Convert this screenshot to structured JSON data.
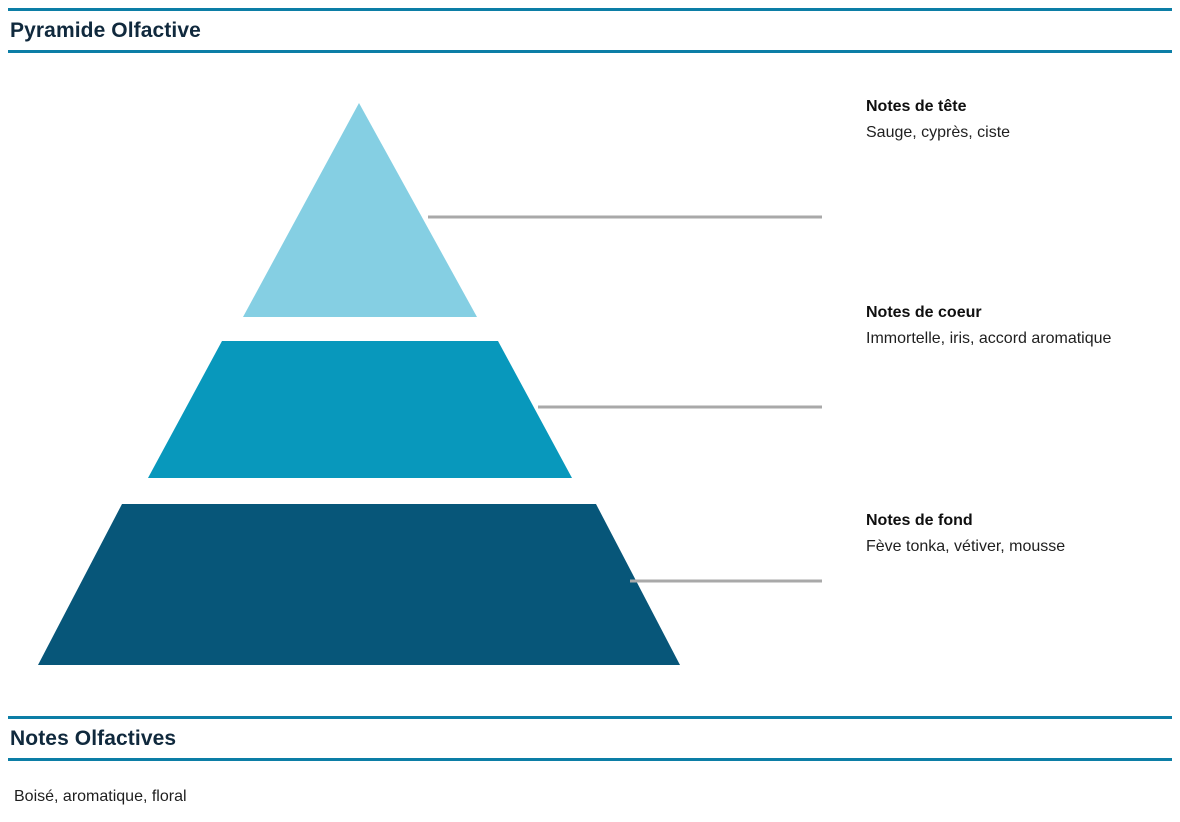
{
  "colors": {
    "rule": "#0c7ea6",
    "title_text": "#10293d",
    "connector": "#a9a9a9",
    "tier_top": "#85cfe3",
    "tier_heart": "#0898bc",
    "tier_base": "#075679",
    "background": "#ffffff"
  },
  "header": {
    "title": "Pyramide Olfactive"
  },
  "pyramid": {
    "tiers": [
      {
        "id": "top",
        "name": "Notes de tête",
        "notes": "Sauge, cyprès, ciste",
        "color": "#85cfe3",
        "shape": "triangle"
      },
      {
        "id": "heart",
        "name": "Notes de coeur",
        "notes": "Immortelle, iris, accord aromatique",
        "color": "#0898bc",
        "shape": "trapezoid"
      },
      {
        "id": "base",
        "name": "Notes de fond",
        "notes": "Fève tonka, vétiver, mousse",
        "color": "#075679",
        "shape": "trapezoid"
      }
    ]
  },
  "footer": {
    "title": "Notes Olfactives",
    "body": "Boisé, aromatique, floral"
  }
}
